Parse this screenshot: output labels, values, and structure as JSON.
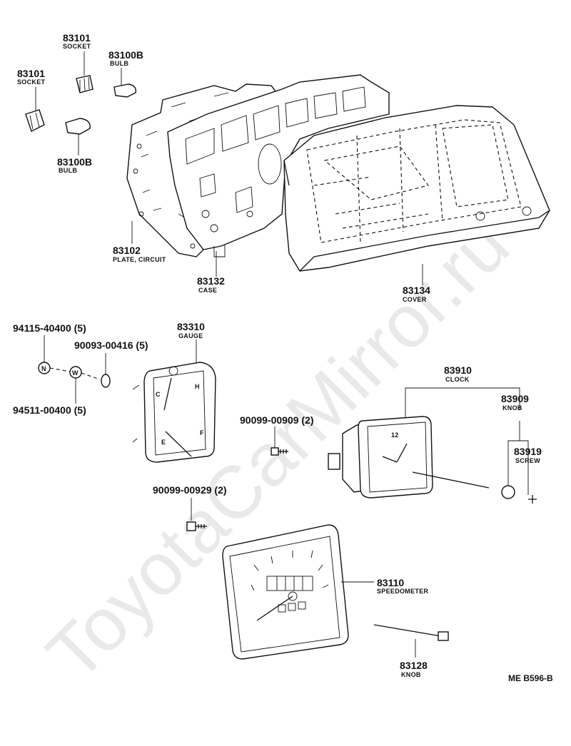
{
  "watermark": "ToyotaCarMirror.ru",
  "diagram_ref": "ME B596-B",
  "parts": {
    "socket_top": {
      "number": "83101",
      "name": "SOCKET"
    },
    "bulb_top": {
      "number": "83100B",
      "name": "BULB"
    },
    "socket_left": {
      "number": "83101",
      "name": "SOCKET"
    },
    "bulb_left": {
      "number": "83100B",
      "name": "BULB"
    },
    "plate_circuit": {
      "number": "83102",
      "name": "PLATE, CIRCUIT"
    },
    "case": {
      "number": "83132",
      "name": "CASE"
    },
    "cover": {
      "number": "83134",
      "name": "COVER"
    },
    "nut": {
      "number": "94115-40400 (5)"
    },
    "washer_spacer": {
      "number": "90093-00416 (5)"
    },
    "washer": {
      "number": "94511-00400 (5)"
    },
    "gauge": {
      "number": "83310",
      "name": "GAUGE"
    },
    "screw_a": {
      "number": "90099-00909 (2)"
    },
    "screw_b": {
      "number": "90099-00929 (2)"
    },
    "clock": {
      "number": "83910",
      "name": "CLOCK"
    },
    "clock_knob": {
      "number": "83909",
      "name": "KNOB"
    },
    "clock_screw": {
      "number": "83919",
      "name": "SCREW"
    },
    "speedometer": {
      "number": "83110",
      "name": "SPEEDOMETER"
    },
    "speedo_knob": {
      "number": "83128",
      "name": "KNOB"
    }
  },
  "symbols": {
    "nut": "N",
    "washer": "W"
  },
  "gauge_marks": {
    "cold": "C",
    "hot": "H",
    "empty": "E",
    "full": "F"
  },
  "clock_face": {
    "twelve": "12"
  }
}
